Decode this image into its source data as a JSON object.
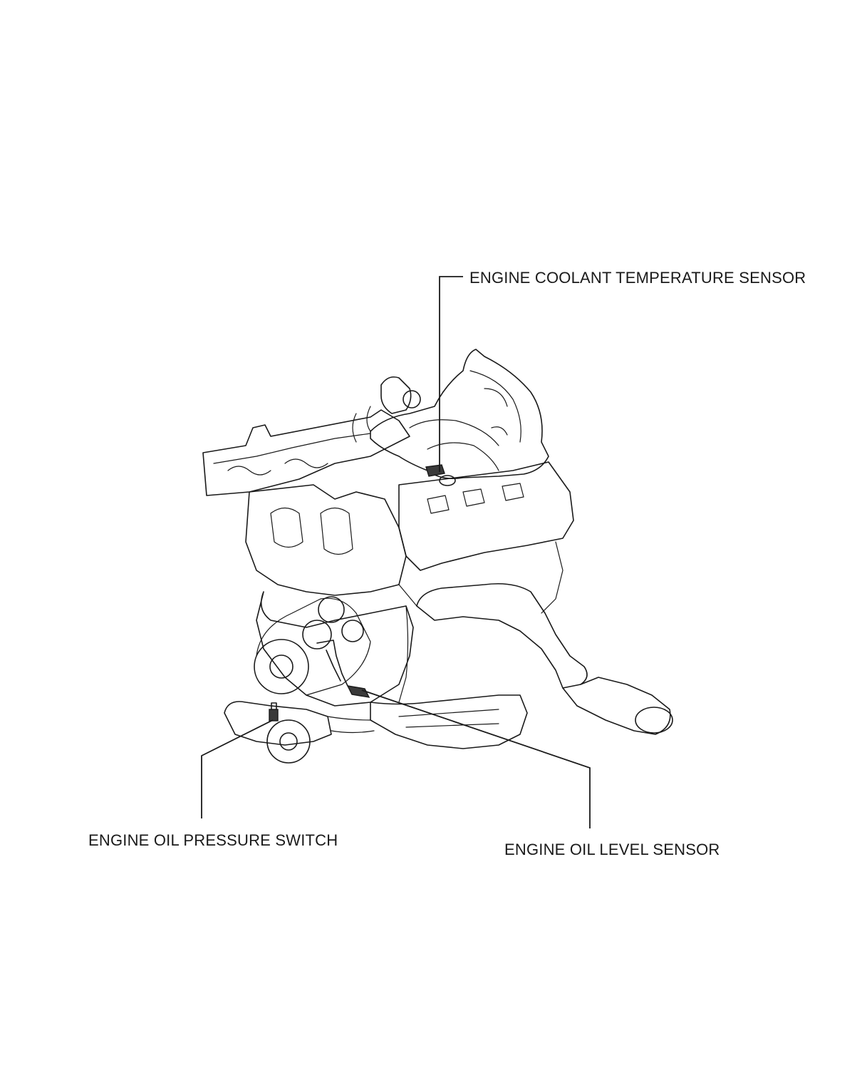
{
  "diagram": {
    "labels": {
      "coolant_sensor": "ENGINE COOLANT TEMPERATURE SENSOR",
      "oil_pressure_switch": "ENGINE OIL PRESSURE SWITCH",
      "oil_level_sensor": "ENGINE OIL LEVEL SENSOR"
    },
    "ink_color": "#1a1a1a",
    "background_color": "#ffffff"
  }
}
